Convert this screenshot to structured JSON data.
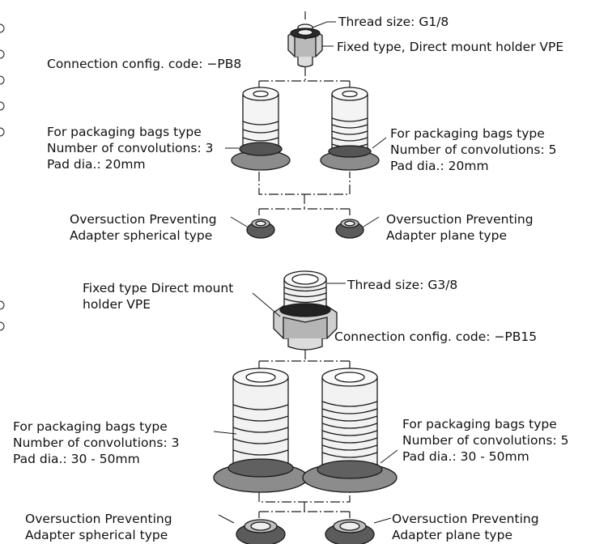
{
  "part_set_1": {
    "thread_size": "Thread size: G1/8",
    "holder_label": "Fixed type, Direct mount holder VPE",
    "connection_code": "Connection config. code: −PB8",
    "pad_left": {
      "line1": "For packaging bags type",
      "line2": "Number of convolutions: 3",
      "line3": "Pad dia.: 20mm"
    },
    "pad_right": {
      "line1": "For packaging bags type",
      "line2": "Number of convolutions: 5",
      "line3": "Pad dia.: 20mm"
    },
    "adapter_left": {
      "line1": "Oversuction Preventing",
      "line2": "Adapter spherical type"
    },
    "adapter_right": {
      "line1": "Oversuction Preventing",
      "line2": "Adapter plane type"
    }
  },
  "part_set_2": {
    "holder_label": {
      "line1": "Fixed type Direct mount",
      "line2": "holder VPE"
    },
    "thread_size": "Thread size: G3/8",
    "connection_code": "Connection config. code: −PB15",
    "pad_left": {
      "line1": "For packaging bags type",
      "line2": "Number of convolutions: 3",
      "line3": "Pad dia.: 30 - 50mm"
    },
    "pad_right": {
      "line1": "For packaging bags type",
      "line2": "Number of convolutions: 5",
      "line3": "Pad dia.: 30 - 50mm"
    },
    "adapter_left": {
      "line1": "Oversuction Preventing",
      "line2": "Adapter spherical type"
    },
    "adapter_right": {
      "line1": "Oversuction Preventing",
      "line2": "Adapter plane type"
    }
  },
  "colors": {
    "ink": "#111111",
    "metal_light": "#f4f4f4",
    "metal_mid": "#c8c8c8",
    "rubber_gray": "#8c8c8c",
    "rubber_dark": "#555555"
  }
}
